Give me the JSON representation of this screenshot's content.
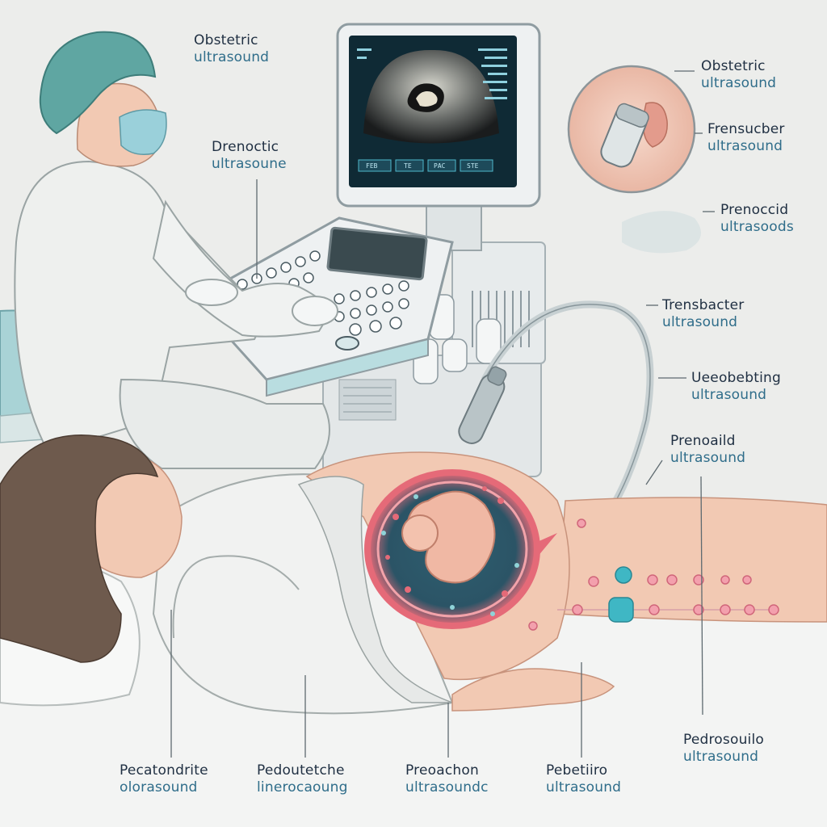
{
  "labels": {
    "top_left": {
      "line1": "Obstetric",
      "line2": "ultrasound"
    },
    "upper_left": {
      "line1": "Drenoctic",
      "line2": "ultrasoune"
    },
    "top_right": {
      "line1": "Obstetric",
      "line2": "ultrasound"
    },
    "right_1": {
      "line1": "Frensucber",
      "line2": "ultrasound"
    },
    "right_2": {
      "line1": "Prenoccid",
      "line2": "ultrasoods"
    },
    "right_3": {
      "line1": "Trensbacter",
      "line2": "ultrasound"
    },
    "right_4": {
      "line1": "Ueeobebting",
      "line2": "ultrasound"
    },
    "right_5": {
      "line1": "Prenoaild",
      "line2": "ultrasound"
    },
    "right_bottom": {
      "line1": "Pedrosouilo",
      "line2": "ultrasound"
    },
    "bottom_1": {
      "line1": "Pecatondrite",
      "line2": "olorasound"
    },
    "bottom_2": {
      "line1": "Pedoutetche",
      "line2": "linerocaoung"
    },
    "bottom_3": {
      "line1": "Preoachon",
      "line2": "ultrasoundc"
    },
    "bottom_4": {
      "line1": "Pebetiiro",
      "line2": "ultrasound"
    }
  },
  "monitor": {
    "buttons": [
      "FEB",
      "TE",
      "PAC",
      "STE"
    ]
  },
  "colors": {
    "background": "#ecedeb",
    "scrub": "#eef0ee",
    "cap": "#5fa6a2",
    "mask": "#9ad0da",
    "skin": "#f2c9b3",
    "screen": "#0f2a35",
    "accent": "#3fb7c4",
    "womb": "#e56a78"
  }
}
